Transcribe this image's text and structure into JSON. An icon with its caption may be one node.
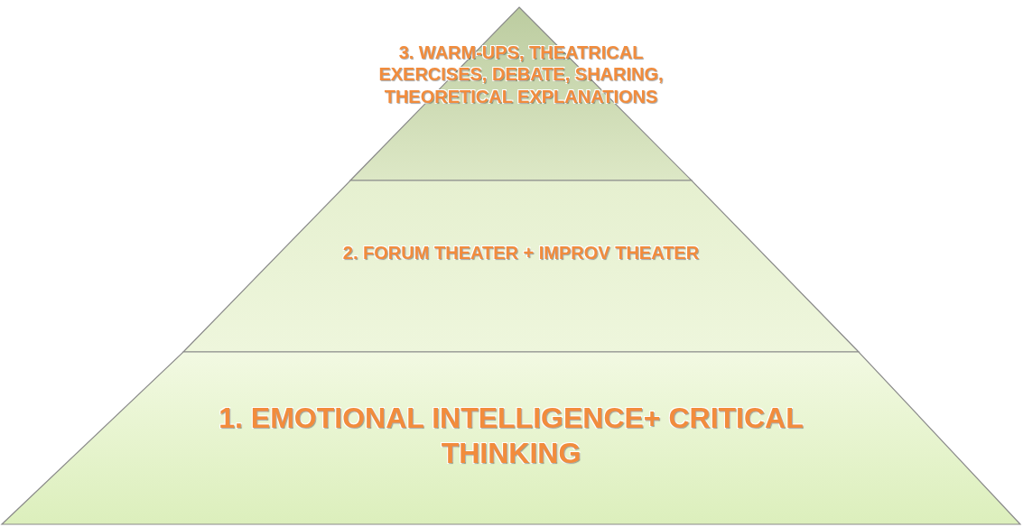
{
  "diagram": {
    "nodes": [
      {
        "text": [
          "3. WARM-UPS, THEATRICAL EXERCISES, DEBATE, SHARING, THEORETICAL EXPLANATIONS"
        ]
      },
      {
        "text": [
          "2. FORUM THEATER + IMPROV THEATER"
        ]
      },
      {
        "text": [
          "1. EMOTIONAL INTELLIGENCE+ CRITICAL THINKING"
        ]
      }
    ]
  }
}
